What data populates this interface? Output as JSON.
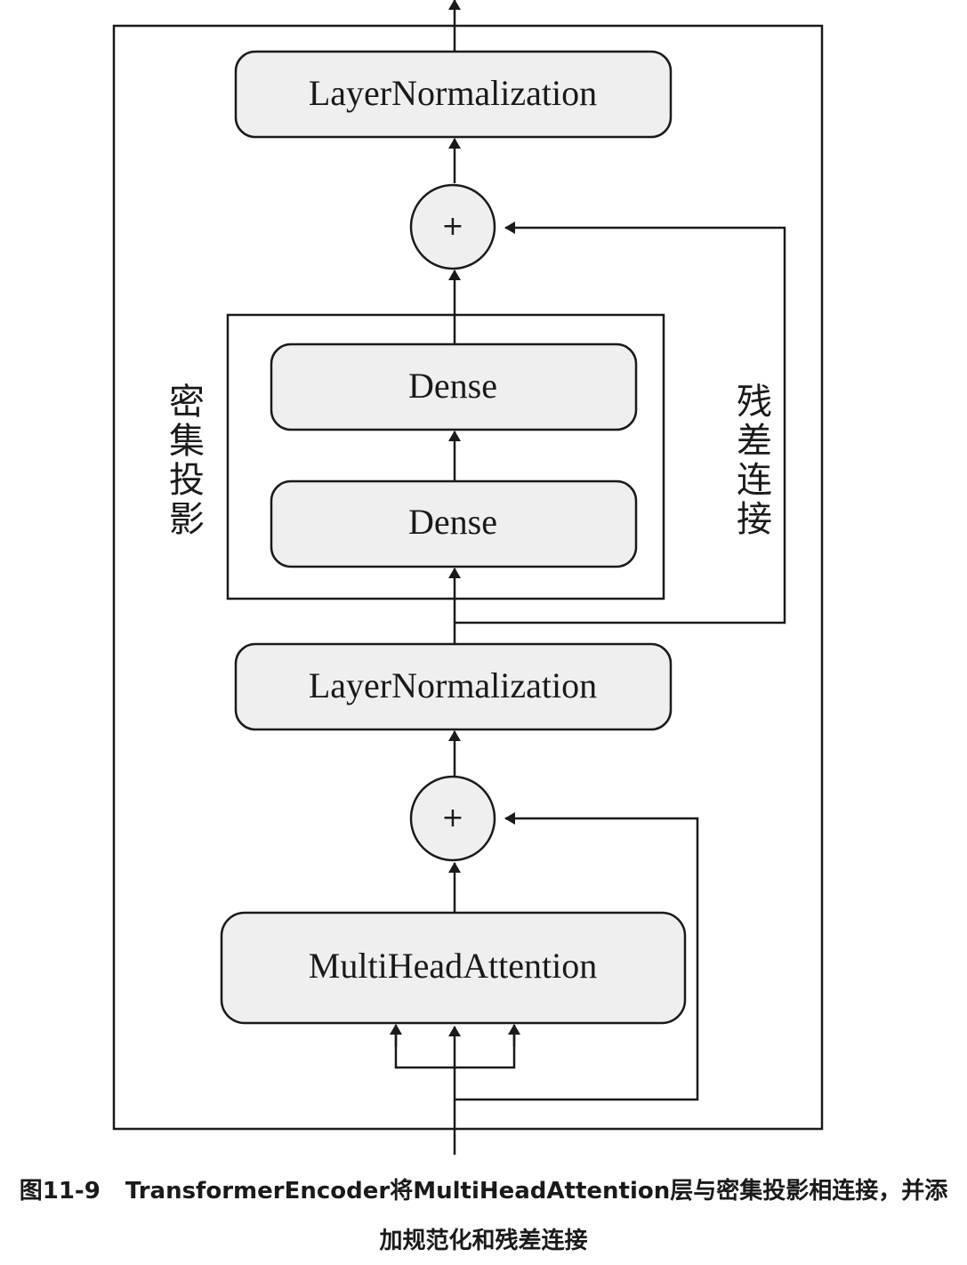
{
  "diagram": {
    "nodes": {
      "layernorm_top": "LayerNormalization",
      "add_top": "+",
      "dense_top": "Dense",
      "dense_bottom": "Dense",
      "layernorm_bottom": "LayerNormalization",
      "add_bottom": "+",
      "mha": "MultiHeadAttention"
    },
    "labels": {
      "dense_projection": "密集投影",
      "residual": "残差连接"
    },
    "colors": {
      "box_fill": "#efefef",
      "stroke": "#1a1a1a"
    }
  },
  "caption": {
    "figure_number": "图11-9",
    "line1": "TransformerEncoder将MultiHeadAttention层与密集投影相连接，并添",
    "line2": "加规范化和残差连接"
  }
}
